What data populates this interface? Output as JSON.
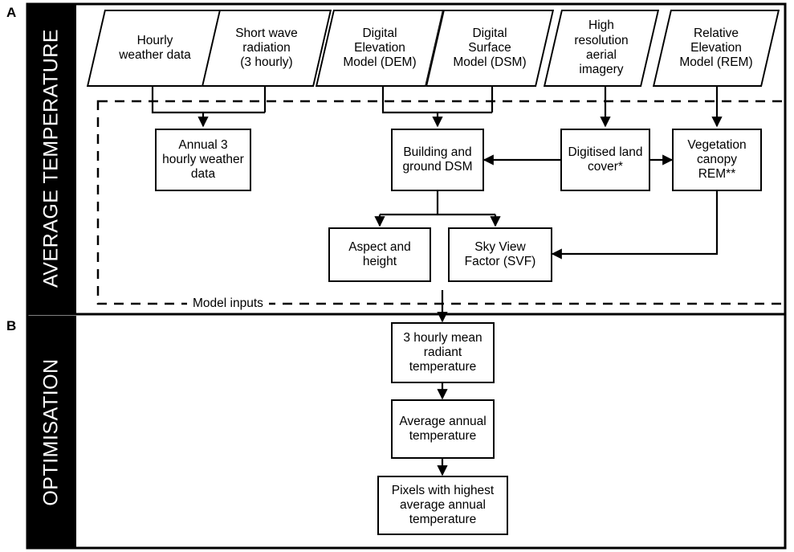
{
  "figure": {
    "panels": [
      {
        "letter": "A",
        "label": "AVERAGE TEMPERATURE"
      },
      {
        "letter": "B",
        "label": "OPTIMISATION"
      }
    ],
    "dashed_group_label": "Model inputs",
    "inputs": [
      {
        "id": "hourly-weather",
        "text": "Hourly\nweather data"
      },
      {
        "id": "short-wave",
        "text": "Short wave\nradiation\n(3 hourly)"
      },
      {
        "id": "dem",
        "text": "Digital\nElevation\nModel (DEM)"
      },
      {
        "id": "dsm",
        "text": "Digital\nSurface\nModel (DSM)"
      },
      {
        "id": "aerial-imagery",
        "text": "High\nresolution\naerial\nimagery"
      },
      {
        "id": "rem",
        "text": "Relative\nElevation\nModel (REM)"
      }
    ],
    "model_input_nodes": [
      {
        "id": "annual-weather",
        "text": "Annual 3\nhourly weather\ndata"
      },
      {
        "id": "building-ground-dsm",
        "text": "Building and\nground DSM"
      },
      {
        "id": "digitised-land-cover",
        "text": "Digitised land\ncover*"
      },
      {
        "id": "vegetation-canopy-rem",
        "text": "Vegetation\ncanopy REM**"
      },
      {
        "id": "aspect-height",
        "text": "Aspect and\nheight"
      },
      {
        "id": "sky-view-factor",
        "text": "Sky View\nFactor (SVF)"
      }
    ],
    "optimisation_nodes": [
      {
        "id": "mean-radiant-temp",
        "text": "3 hourly mean\nradiant\ntemperature"
      },
      {
        "id": "average-annual-temp",
        "text": "Average annual\ntemperature"
      },
      {
        "id": "highest-pixels",
        "text": "Pixels with highest\naverage annual\ntemperature"
      }
    ],
    "colors": {
      "stroke": "#000000",
      "fill": "#ffffff",
      "sidebar_bg": "#000000",
      "sidebar_text": "#ffffff"
    }
  }
}
